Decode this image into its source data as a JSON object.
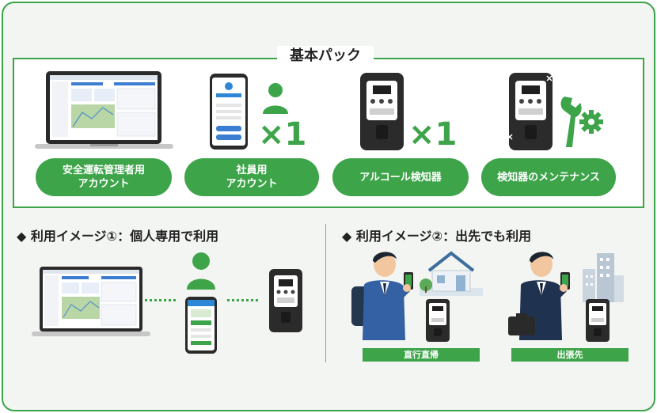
{
  "pack": {
    "title": "基本パック",
    "multiplier": "×1",
    "items": [
      {
        "label": "安全運転管理者用アカウント",
        "line1": "安全運転管理者用",
        "line2": "アカウント"
      },
      {
        "label": "社員用アカウント",
        "line1": "社員用",
        "line2": "アカウント"
      },
      {
        "label": "アルコール検知器",
        "line1": "アルコール検知器",
        "line2": ""
      },
      {
        "label": "検知器のメンテナンス",
        "line1": "検知器のメンテナンス",
        "line2": ""
      }
    ]
  },
  "usage1": {
    "title": "◆ 利用イメージ①：個人専用で利用"
  },
  "usage2": {
    "title": "◆ 利用イメージ②：出先でも利用",
    "captions": [
      "直行直帰",
      "出張先"
    ]
  },
  "colors": {
    "accent": "#3ea44a",
    "frame_bg": "#f3f5f2",
    "device_dark": "#2b2b2b"
  },
  "icons": [
    "laptop-icon",
    "smartphone-icon",
    "person-icon",
    "alcohol-detector-icon",
    "wrench-gear-icon",
    "house-icon",
    "buildings-icon",
    "businessman-icon"
  ]
}
